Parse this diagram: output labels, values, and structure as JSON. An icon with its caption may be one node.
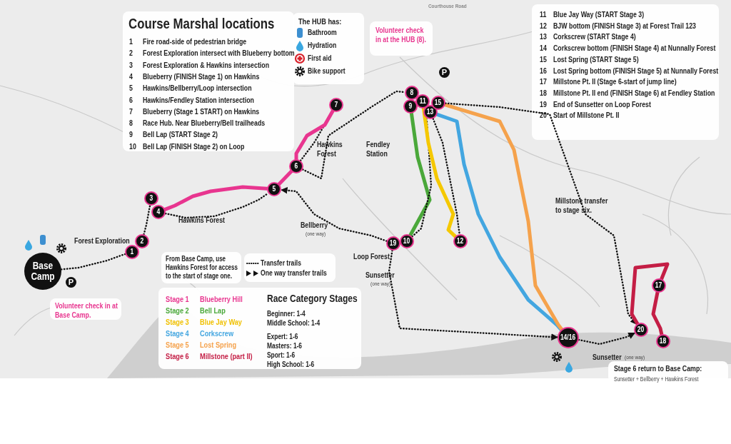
{
  "diagram": {
    "title": "Course Marshal locations",
    "nodes": [
      {
        "text": [
          "Base Camp"
        ]
      },
      {
        "text": [
          "1"
        ]
      },
      {
        "text": [
          "2"
        ]
      },
      {
        "text": [
          "3"
        ]
      },
      {
        "text": [
          "4"
        ]
      },
      {
        "text": [
          "5"
        ]
      },
      {
        "text": [
          "6"
        ]
      },
      {
        "text": [
          "7"
        ]
      },
      {
        "text": [
          "8"
        ]
      },
      {
        "text": [
          "9"
        ]
      },
      {
        "text": [
          "10"
        ]
      },
      {
        "text": [
          "11"
        ]
      },
      {
        "text": [
          "12"
        ]
      },
      {
        "text": [
          "13"
        ]
      },
      {
        "text": [
          "14/16"
        ]
      },
      {
        "text": [
          "15"
        ]
      },
      {
        "text": [
          "17"
        ]
      },
      {
        "text": [
          "18"
        ]
      },
      {
        "text": [
          "19"
        ]
      },
      {
        "text": [
          "20"
        ]
      }
    ],
    "edges": [
      {
        "from": 0,
        "to": 1,
        "arrow": "none",
        "style": "dashed"
      },
      {
        "from": 2,
        "to": 3,
        "arrow": "none",
        "style": "dashed"
      },
      {
        "from": 4,
        "to": 5,
        "arrow": "none",
        "style": "dashed"
      },
      {
        "from": 6,
        "to": 7,
        "arrow": "none",
        "style": "dashed"
      },
      {
        "from": 7,
        "to": 6,
        "arrow": "none",
        "style": "thick",
        "color": "#e8358f"
      },
      {
        "from": 6,
        "to": 5,
        "arrow": "none",
        "style": "thick",
        "color": "#e8358f"
      },
      {
        "from": 5,
        "to": 4,
        "arrow": "none",
        "style": "thick",
        "color": "#e8358f"
      },
      {
        "from": 6,
        "to": 8,
        "arrow": "none",
        "style": "dashed"
      },
      {
        "from": 18,
        "to": 5,
        "arrow": "to",
        "style": "dashed"
      },
      {
        "from": 9,
        "to": 10,
        "arrow": "none",
        "style": "thick",
        "color": "#4aa83a"
      },
      {
        "from": 10,
        "to": 11,
        "arrow": "none",
        "style": "dashed"
      },
      {
        "from": 11,
        "to": 12,
        "arrow": "none",
        "style": "thick",
        "color": "#f5c800"
      },
      {
        "from": 13,
        "to": 14,
        "arrow": "none",
        "style": "thick",
        "color": "#43a6e0"
      },
      {
        "from": 15,
        "to": 14,
        "arrow": "none",
        "style": "thick",
        "color": "#f5a24c"
      },
      {
        "from": 18,
        "to": 14,
        "arrow": "to",
        "style": "dashed"
      },
      {
        "from": 14,
        "to": 19,
        "arrow": "to",
        "style": "dashed"
      },
      {
        "from": 15,
        "to": 19,
        "arrow": "to",
        "style": "dashed"
      },
      {
        "from": 19,
        "to": 16,
        "arrow": "none",
        "style": "thick",
        "color": "#c41e45"
      },
      {
        "from": 16,
        "to": 17,
        "arrow": "none",
        "style": "thick",
        "color": "#c41e45"
      },
      {
        "from": 13,
        "to": 12,
        "arrow": "none",
        "style": "dashed"
      }
    ],
    "labels": [
      "1",
      "Fire road-side of pedestrian bridge",
      "2",
      "Forest Exploration intersect with Blueberry bottom",
      "3",
      "Forest Exploration & Hawkins intersection",
      "4",
      "Blueberry (FINISH Stage 1) on Hawkins",
      "5",
      "Hawkins/Bellberry/Loop intersection",
      "6",
      "Hawkins/Fendley Station intersection",
      "7",
      "Blueberry (Stage 1 START) on Hawkins",
      "8",
      "Race Hub. Near Blueberry/Bell trailheads",
      "9",
      "Bell Lap (START Stage 2)",
      "10",
      "Bell Lap (FINISH Stage 2) on Loop",
      "The HUB has:",
      "Volunteer check in at the HUB (8).",
      "Courthouse Road",
      "11",
      "Blue Jay Way (START Stage 3)",
      "12",
      "BJW bottom (FINISH Stage 3) at Forest Trail 123",
      "13",
      "Corkscrew (START Stage 4)",
      "14",
      "Corkscrew bottom (FINISH Stage 4) at Nunnally Forest",
      "15",
      "Lost Spring (START Stage 5)",
      "16",
      "Lost Spring bottom (FINISH Stage 5) at Nunnally Forest",
      "17",
      "Millstone Pt. II (Stage 6-start of jump line)",
      "18",
      "Millstone Pt. II end (FINISH Stage 6) at Fendley Station",
      "19",
      "End of Sunsetter on Loop Forest",
      "20",
      "Start of Millstone Pt. II",
      "Hawkins Forest",
      "Fendley Station",
      "Hawkins Forest",
      "Forest Exploration",
      "Bellberry",
      "(one way)",
      "Loop Forest",
      "Sunsetter",
      "(one way)",
      "Millstone transfer to stage six.",
      "From Base Camp, use Hawkins Forest for access to the start of stage one.",
      "Volunteer check in at Base Camp.",
      "Sunsetter",
      "(one way)",
      "Stage 6 return to Base Camp:",
      "Sunsetter + Bellberry + Hawkins Forest",
      "Stage 1",
      "Blueberry Hill",
      "Stage 2",
      "Bell Lap",
      "Stage 3",
      "Blue Jay Way",
      "Stage 4",
      "Corkscrew",
      "Stage 5",
      "Lost Spring",
      "Stage 6",
      "**Millstone** (part II)",
      "Race Category Stages",
      "Beginner: 1-4",
      "Middle School: 1-4",
      "Expert: 1-6",
      "Masters: 1-6",
      "Sport: 1-6",
      "High School: 1-6",
      "P",
      "P"
    ],
    "legend": [
      {
        "text": "Bathroom"
      },
      {
        "text": "Hydration"
      },
      {
        "text": "First aid"
      },
      {
        "text": "Bike support"
      },
      {
        "text": "Transfer trails"
      },
      {
        "text": "One way transfer trails"
      }
    ]
  }
}
